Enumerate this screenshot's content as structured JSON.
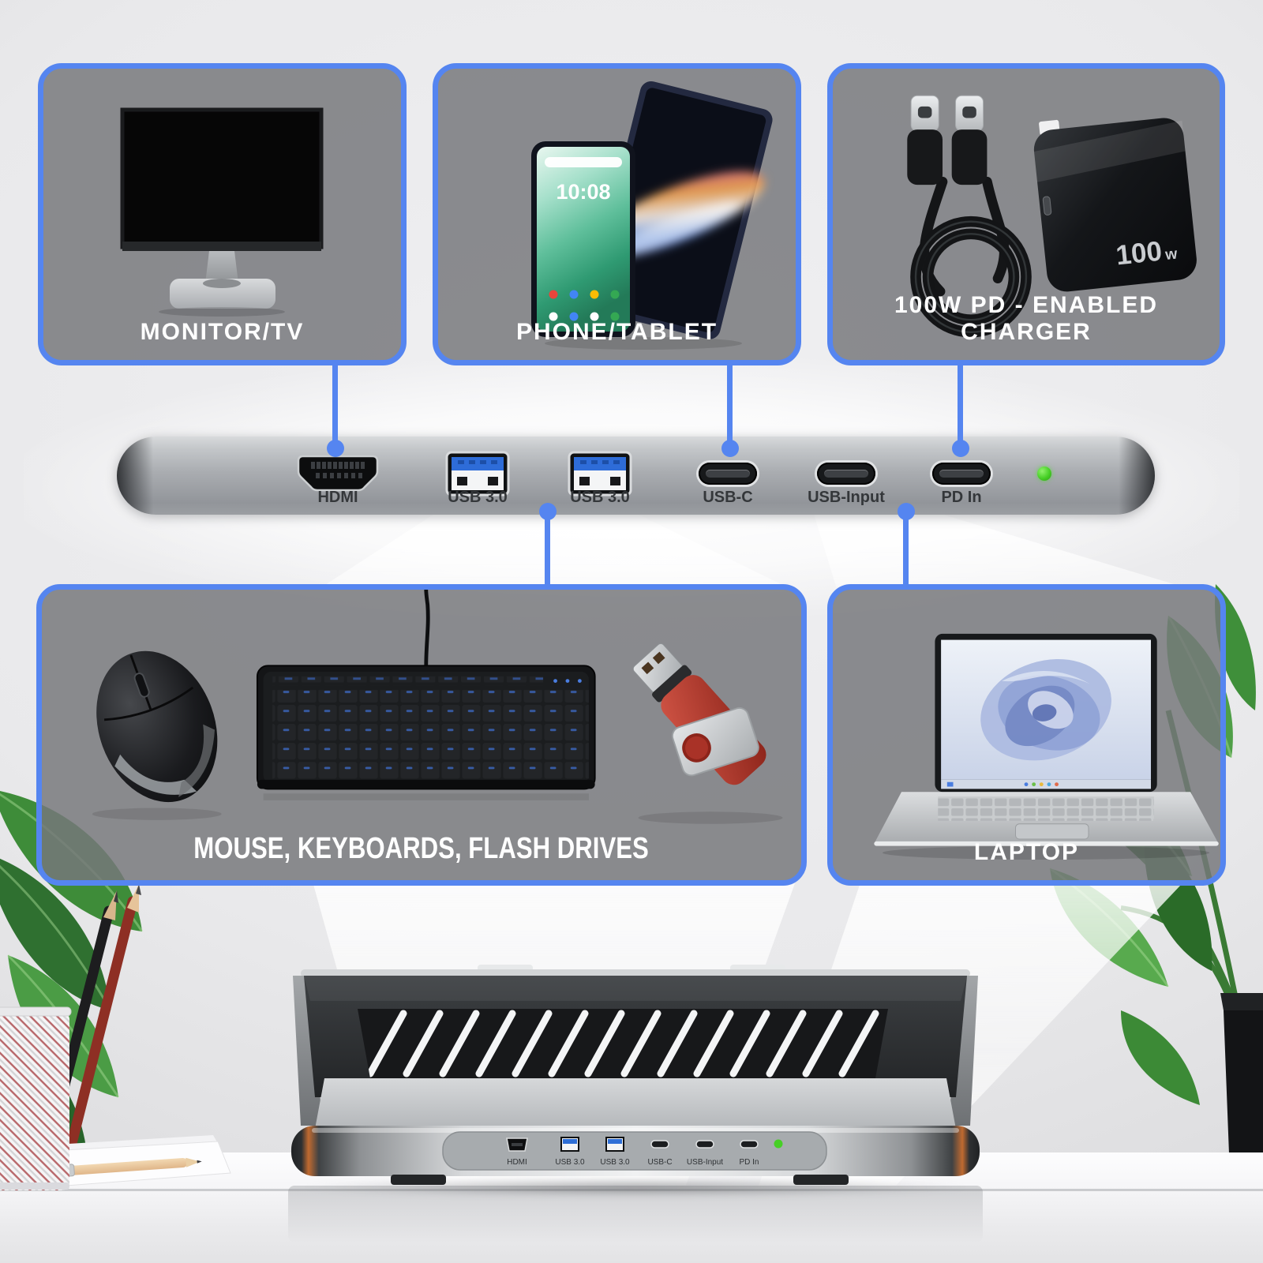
{
  "colors": {
    "accent_blue": "#5585F0",
    "card_gray": "#85868A",
    "led_green": "#46CF25",
    "background": "#E9E9EB",
    "flash_drive_red": "#B03A31"
  },
  "cards": {
    "monitor": {
      "label": "MONITOR/TV"
    },
    "phone": {
      "label": "PHONE/TABLET",
      "clock": "10:08"
    },
    "charger": {
      "label": "100W PD - ENABLED CHARGER",
      "wattage": "100",
      "wattage_unit": "w"
    },
    "peripherals": {
      "label": "MOUSE, KEYBOARDS, FLASH DRIVES"
    },
    "laptop": {
      "label": "LAPTOP"
    }
  },
  "dock": {
    "ports": [
      {
        "label": "HDMI"
      },
      {
        "label": "USB 3.0"
      },
      {
        "label": "USB 3.0"
      },
      {
        "label": "USB-C"
      },
      {
        "label": "USB-Input"
      },
      {
        "label": "PD In"
      }
    ],
    "led": "power-led"
  },
  "product": {
    "ports": [
      "HDMI",
      "USB 3.0",
      "USB 3.0",
      "USB-C",
      "USB-Input",
      "PD In"
    ]
  }
}
